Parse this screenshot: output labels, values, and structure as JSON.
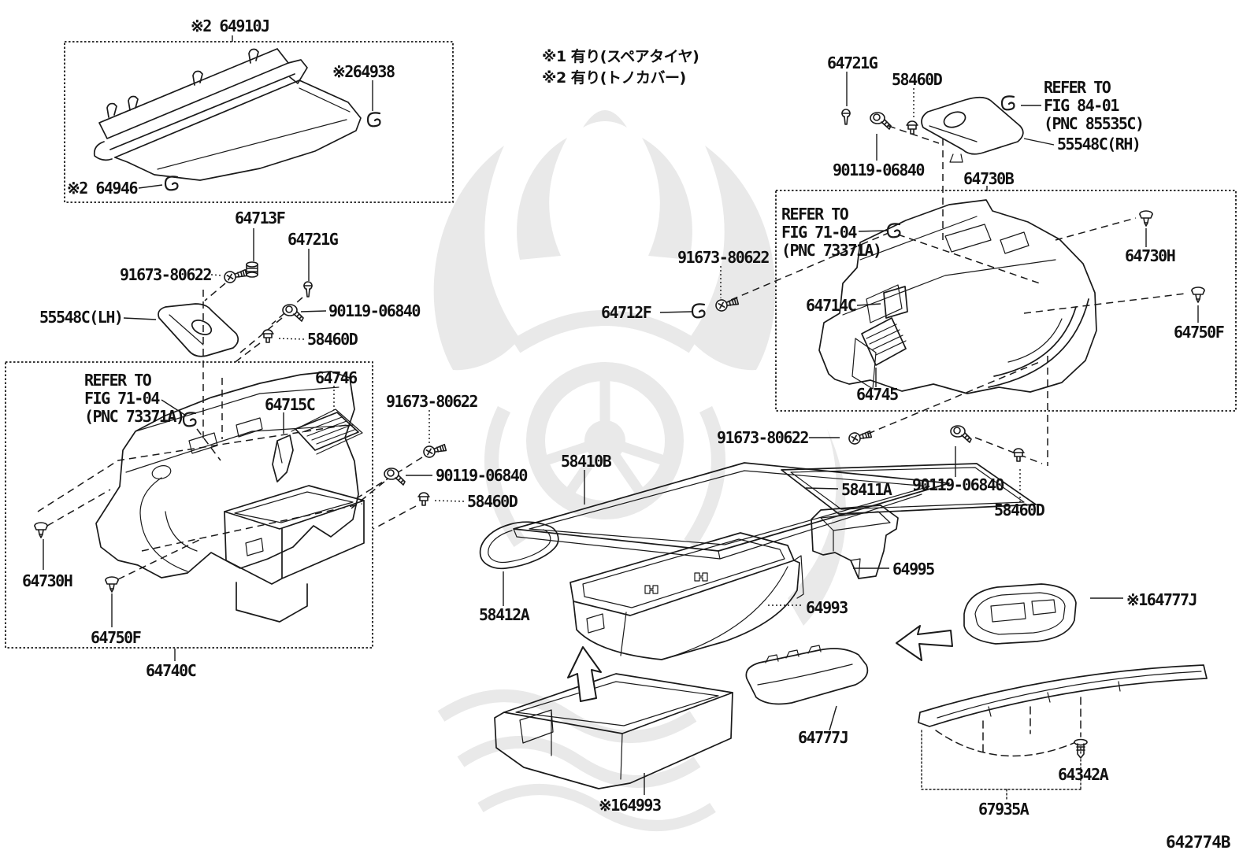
{
  "diagram": {
    "code": "642774B",
    "note1": "※1 有り(スペアタイヤ)",
    "note2": "※2 有り(トノカバー)"
  },
  "labels": {
    "p64910j": "※2 64910J",
    "p64938": "※264938",
    "p64946": "※2 64946",
    "p64713f": "64713F",
    "p64721g": "64721G",
    "screw": "91673-80622",
    "bolt": "90119-06840",
    "clip": "58460D",
    "p55548c_lh": "55548C(LH)",
    "p55548c_rh": "55548C(RH)",
    "refer_to": "REFER TO",
    "fig_71_04": "FIG 71-04",
    "pnc_73371a": "(PNC 73371A)",
    "fig_84_01": "FIG 84-01",
    "pnc_85535c": "(PNC 85535C)",
    "p64746": "64746",
    "p64715c": "64715C",
    "p64730h": "64730H",
    "p64750f": "64750F",
    "p64740c": "64740C",
    "p64730b": "64730B",
    "p64712f": "64712F",
    "p64714c": "64714C",
    "p64745": "64745",
    "p58410b": "58410B",
    "p58411a": "58411A",
    "p58412a": "58412A",
    "p64995": "64995",
    "p64993": "64993",
    "p64993_note": "※164993",
    "p64777j": "64777J",
    "p64777j_note": "※164777J",
    "p64342a": "64342A",
    "p67935a": "67935A"
  }
}
